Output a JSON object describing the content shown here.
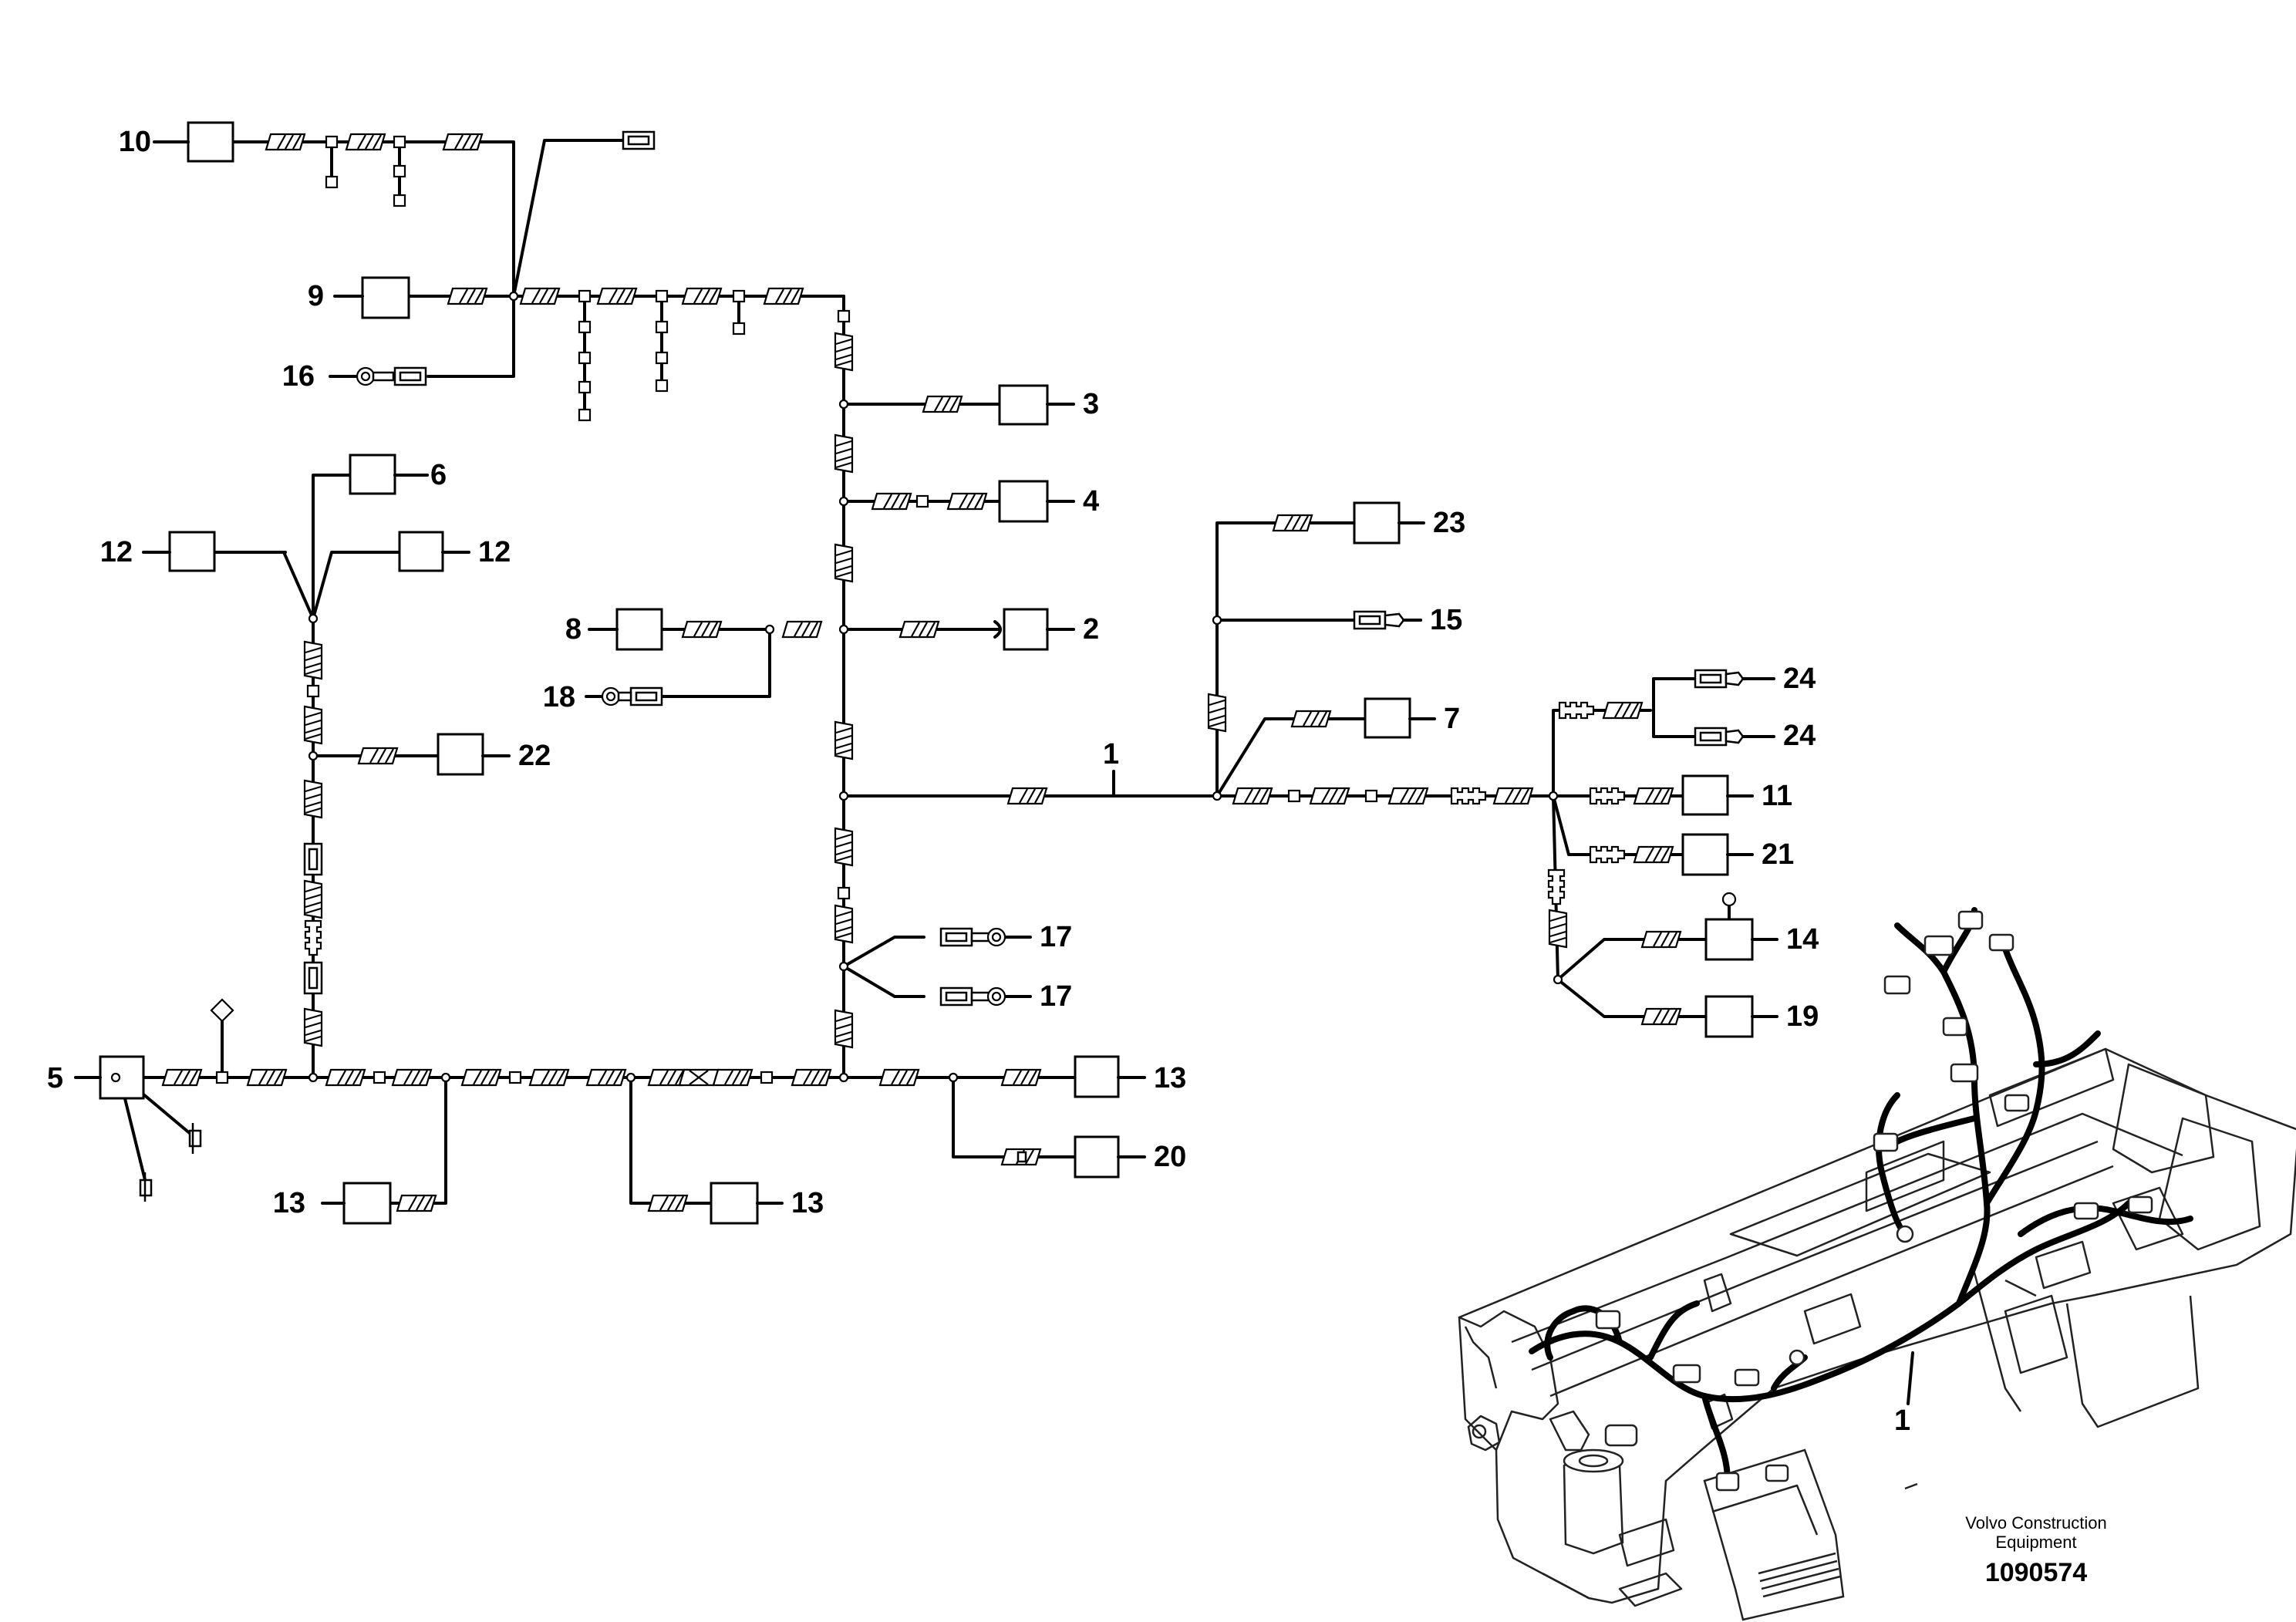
{
  "callouts": {
    "c1": "1",
    "c2": "2",
    "c3": "3",
    "c4": "4",
    "c5": "5",
    "c6": "6",
    "c7": "7",
    "c8": "8",
    "c9": "9",
    "c10": "10",
    "c11": "11",
    "c12": "12",
    "c13": "13",
    "c14": "14",
    "c15": "15",
    "c16": "16",
    "c17": "17",
    "c18": "18",
    "c19": "19",
    "c20": "20",
    "c21": "21",
    "c22": "22",
    "c23": "23",
    "c24": "24"
  },
  "footer": {
    "company_line1": "Volvo Construction",
    "company_line2": "Equipment",
    "part_number": "1090574"
  }
}
